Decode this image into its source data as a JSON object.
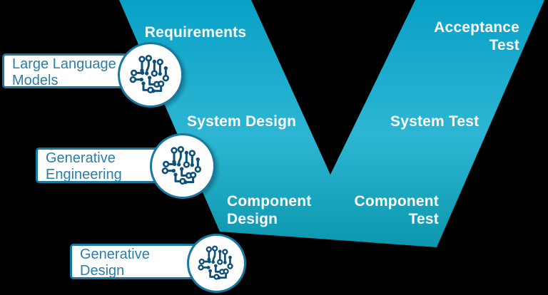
{
  "diagram": {
    "title": "V-model with generative AI callouts",
    "v_model": {
      "stages": [
        {
          "id": "requirements",
          "side": "design",
          "label": "Requirements"
        },
        {
          "id": "system-design",
          "side": "design",
          "label": "System Design"
        },
        {
          "id": "component-design",
          "side": "design",
          "label": "Component\nDesign"
        },
        {
          "id": "component-test",
          "side": "test",
          "label": "Component\nTest"
        },
        {
          "id": "system-test",
          "side": "test",
          "label": "System Test"
        },
        {
          "id": "acceptance-test",
          "side": "test",
          "label": "Acceptance\nTest"
        }
      ]
    },
    "callouts": [
      {
        "id": "large-language-models",
        "label": "Large Language\nModels",
        "icon": "ai-brain-circuit-icon"
      },
      {
        "id": "generative-engineering",
        "label": "Generative\nEngineering",
        "icon": "ai-brain-circuit-icon"
      },
      {
        "id": "generative-design",
        "label": "Generative\nDesign",
        "icon": "ai-brain-circuit-icon"
      }
    ]
  },
  "colors": {
    "background": "#000000",
    "v_gradient_top": "#09a1c7",
    "v_gradient_middle": "#2db6d3",
    "v_gradient_bottom": "#0b97ad",
    "stage_text": "#ffffff",
    "callout_text": "#2b7ea6",
    "callout_border": "#1779a0",
    "callout_fill": "#ffffff",
    "icon_color": "#0d5078"
  }
}
